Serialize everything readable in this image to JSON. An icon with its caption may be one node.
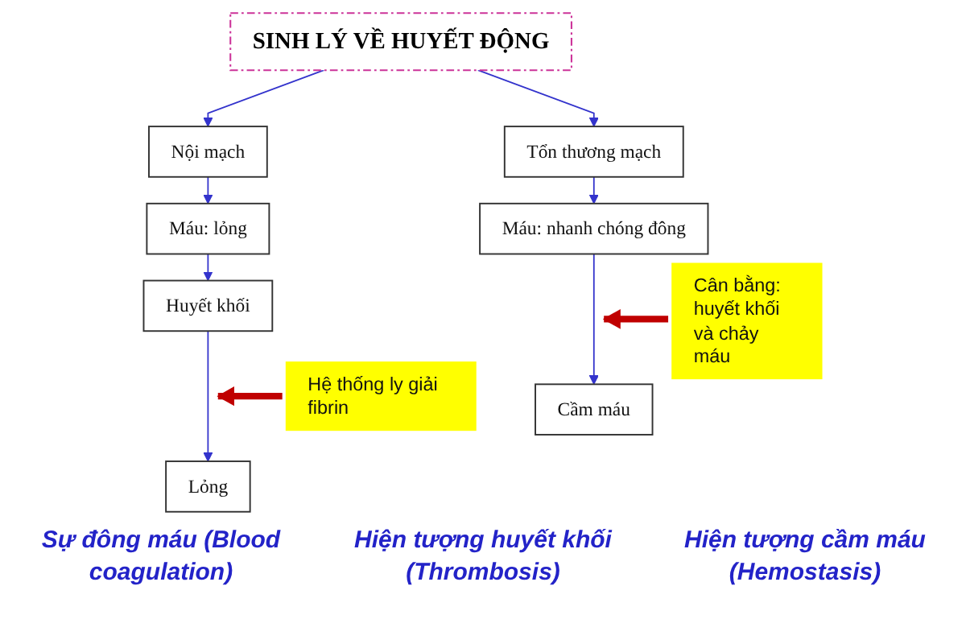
{
  "diagram": {
    "nodes": [
      {
        "text": [
          "SINH LÝ VỀ HUYẾT ĐỘNG"
        ]
      },
      {
        "text": [
          "Nội mạch"
        ]
      },
      {
        "text": [
          "Máu: lỏng"
        ]
      },
      {
        "text": [
          "Huyết khối"
        ]
      },
      {
        "text": [
          "Lỏng"
        ]
      },
      {
        "text": [
          "Tổn thương mạch"
        ]
      },
      {
        "text": [
          "Máu: nhanh chóng đông"
        ]
      },
      {
        "text": [
          "Cầm máu"
        ]
      },
      {
        "text": [
          "Hệ thống ly giải fibrin"
        ]
      },
      {
        "text": [
          "Cân bằng: huyết khối và chảy máu"
        ]
      }
    ],
    "edges": [
      {
        "from": 0,
        "to": 1,
        "arrow": "to"
      },
      {
        "from": 0,
        "to": 5,
        "arrow": "to"
      },
      {
        "from": 1,
        "to": 2,
        "arrow": "to"
      },
      {
        "from": 2,
        "to": 3,
        "arrow": "to"
      },
      {
        "from": 3,
        "to": 4,
        "arrow": "to"
      },
      {
        "from": 5,
        "to": 6,
        "arrow": "to"
      },
      {
        "from": 6,
        "to": 7,
        "arrow": "to"
      },
      {
        "from": 8,
        "to": null,
        "arrow": "to",
        "style": "thick",
        "color": "#c00000"
      },
      {
        "from": 9,
        "to": null,
        "arrow": "to",
        "style": "thick",
        "color": "#c00000"
      }
    ],
    "labels": [
      "Sự đông máu (Blood coagulation)",
      "Hiện tượng huyết khối (Thrombosis)",
      "Hiện tượng cầm máu (Hemostasis)"
    ]
  }
}
